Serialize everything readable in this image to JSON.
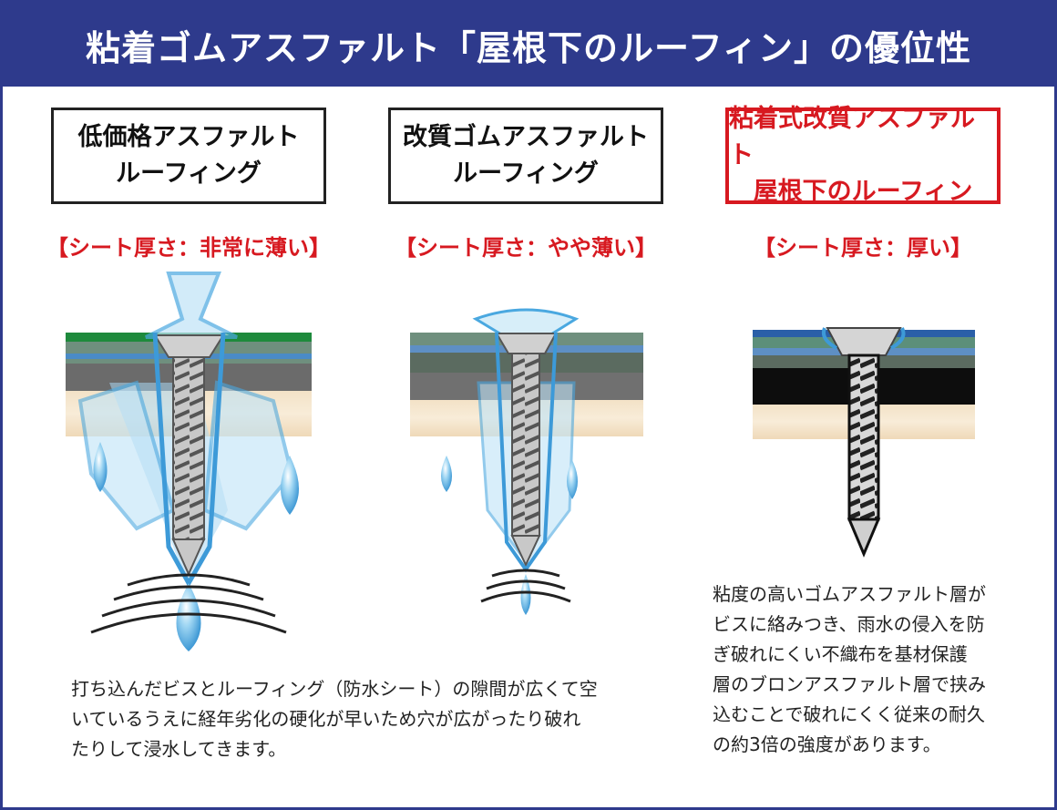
{
  "header": {
    "title": "粘着ゴムアスファルト「屋根下のルーフィン」の優位性"
  },
  "columns": [
    {
      "name_lines": [
        "低価格アスファルト",
        "ルーフィング"
      ],
      "thickness": "【シート厚さ：非常に薄い】"
    },
    {
      "name_lines": [
        "改質ゴムアスファルト",
        "ルーフィング"
      ],
      "thickness": "【シート厚さ：やや薄い】"
    },
    {
      "name_lines": [
        "粘着式改質アスファルト",
        "屋根下のルーフィン"
      ],
      "thickness": "【シート厚さ：厚い】"
    }
  ],
  "descriptions": {
    "left": [
      "打ち込んだビスとルーフィング（防水シート）の隙間が広くて空",
      "いているうえに経年劣化の硬化が早いため穴が広がったり破れ",
      "たりして浸水してきます。"
    ],
    "right": [
      "粘度の高いゴムアスファルト層が",
      "ビスに絡みつき、雨水の侵入を防",
      "ぎ破れにくい不織布を基材保護",
      "層のブロンアスファルト層で挟み",
      "込むことで破れにくく従来の耐久",
      "の約3倍の強度があります。"
    ]
  },
  "colors": {
    "header_bg": "#2e3a8c",
    "accent_red": "#d71920",
    "water": "#4aa8e0"
  }
}
